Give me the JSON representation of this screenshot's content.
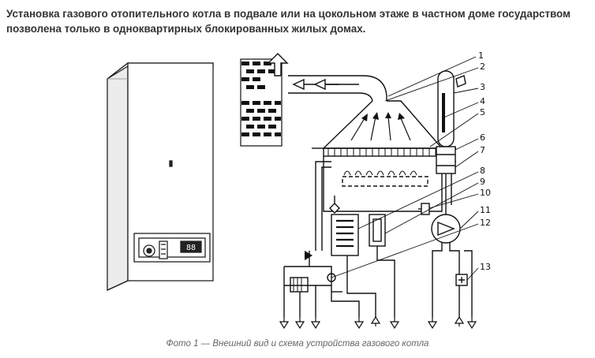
{
  "article": {
    "heading": "Установка газового отопительного котла в подвале или на цокольном этаже в частном доме государством позволена только в одноквартирных блокированных жилых домах.",
    "caption": "Фото 1 — Внешний вид и схема устройства газового котла"
  },
  "diagram": {
    "part_numbers": [
      "1",
      "2",
      "3",
      "4",
      "5",
      "6",
      "7",
      "8",
      "9",
      "10",
      "11",
      "12",
      "13"
    ],
    "boiler_display": "88"
  }
}
